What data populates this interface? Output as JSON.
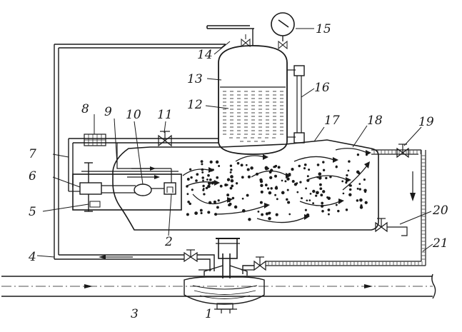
{
  "diagram": {
    "labels": [
      "1",
      "2",
      "3",
      "4",
      "5",
      "6",
      "7",
      "8",
      "9",
      "10",
      "11",
      "12",
      "13",
      "14",
      "15",
      "16",
      "17",
      "18",
      "19",
      "20",
      "21"
    ]
  },
  "colors": {
    "ink": "#1a1a1a",
    "paper": "#ffffff",
    "hatch": "#555555"
  }
}
